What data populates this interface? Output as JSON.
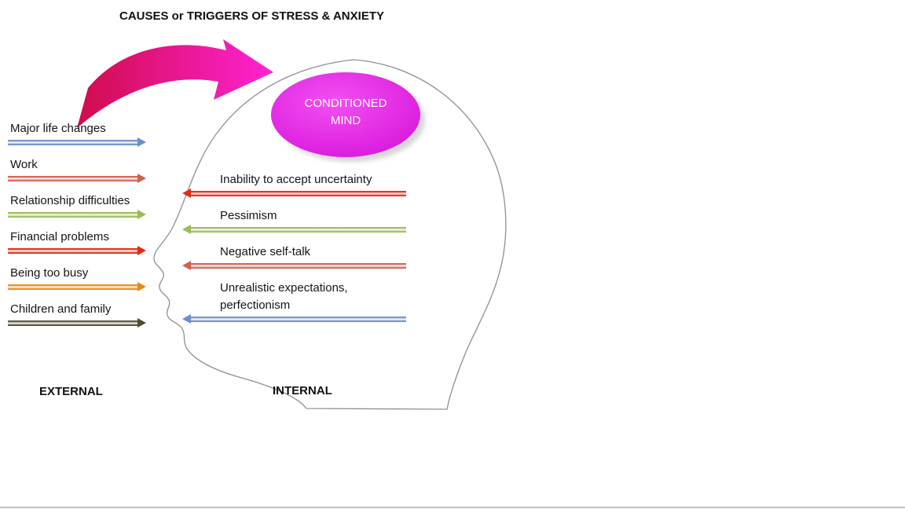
{
  "title": "CAUSES or TRIGGERS OF STRESS  & ANXIETY",
  "conditioned_mind": {
    "line1": "CONDITIONED",
    "line2": "MIND"
  },
  "external": {
    "section_label": "EXTERNAL",
    "items": [
      {
        "label": "Major life changes",
        "color": "#6d8fc9"
      },
      {
        "label": "Work",
        "color": "#d0604f"
      },
      {
        "label": "Relationship difficulties",
        "color": "#9bbb59"
      },
      {
        "label": "Financial problems",
        "color": "#e02a16"
      },
      {
        "label": "Being too busy",
        "color": "#e88a1a"
      },
      {
        "label": "Children and family",
        "color": "#514d33"
      }
    ]
  },
  "internal": {
    "section_label": "INTERNAL",
    "items": [
      {
        "label": "Inability to accept uncertainty",
        "color": "#e02a16"
      },
      {
        "label": "Pessimism",
        "color": "#9bbb59"
      },
      {
        "label": "Negative self-talk",
        "color": "#d0604f"
      },
      {
        "label": "Unrealistic expectations,\nperfectionism",
        "color": "#6d8fc9"
      }
    ]
  },
  "icons": {
    "swoosh_arrow": "curved-trigger-arrow",
    "head": "head-profile-outline"
  },
  "colors": {
    "swoosh_start": "#d00c4b",
    "swoosh_end": "#ff22d4",
    "mind_light": "#f24ff2",
    "mind_dark": "#d50fd8",
    "head_outline": "#8f8f8f"
  }
}
